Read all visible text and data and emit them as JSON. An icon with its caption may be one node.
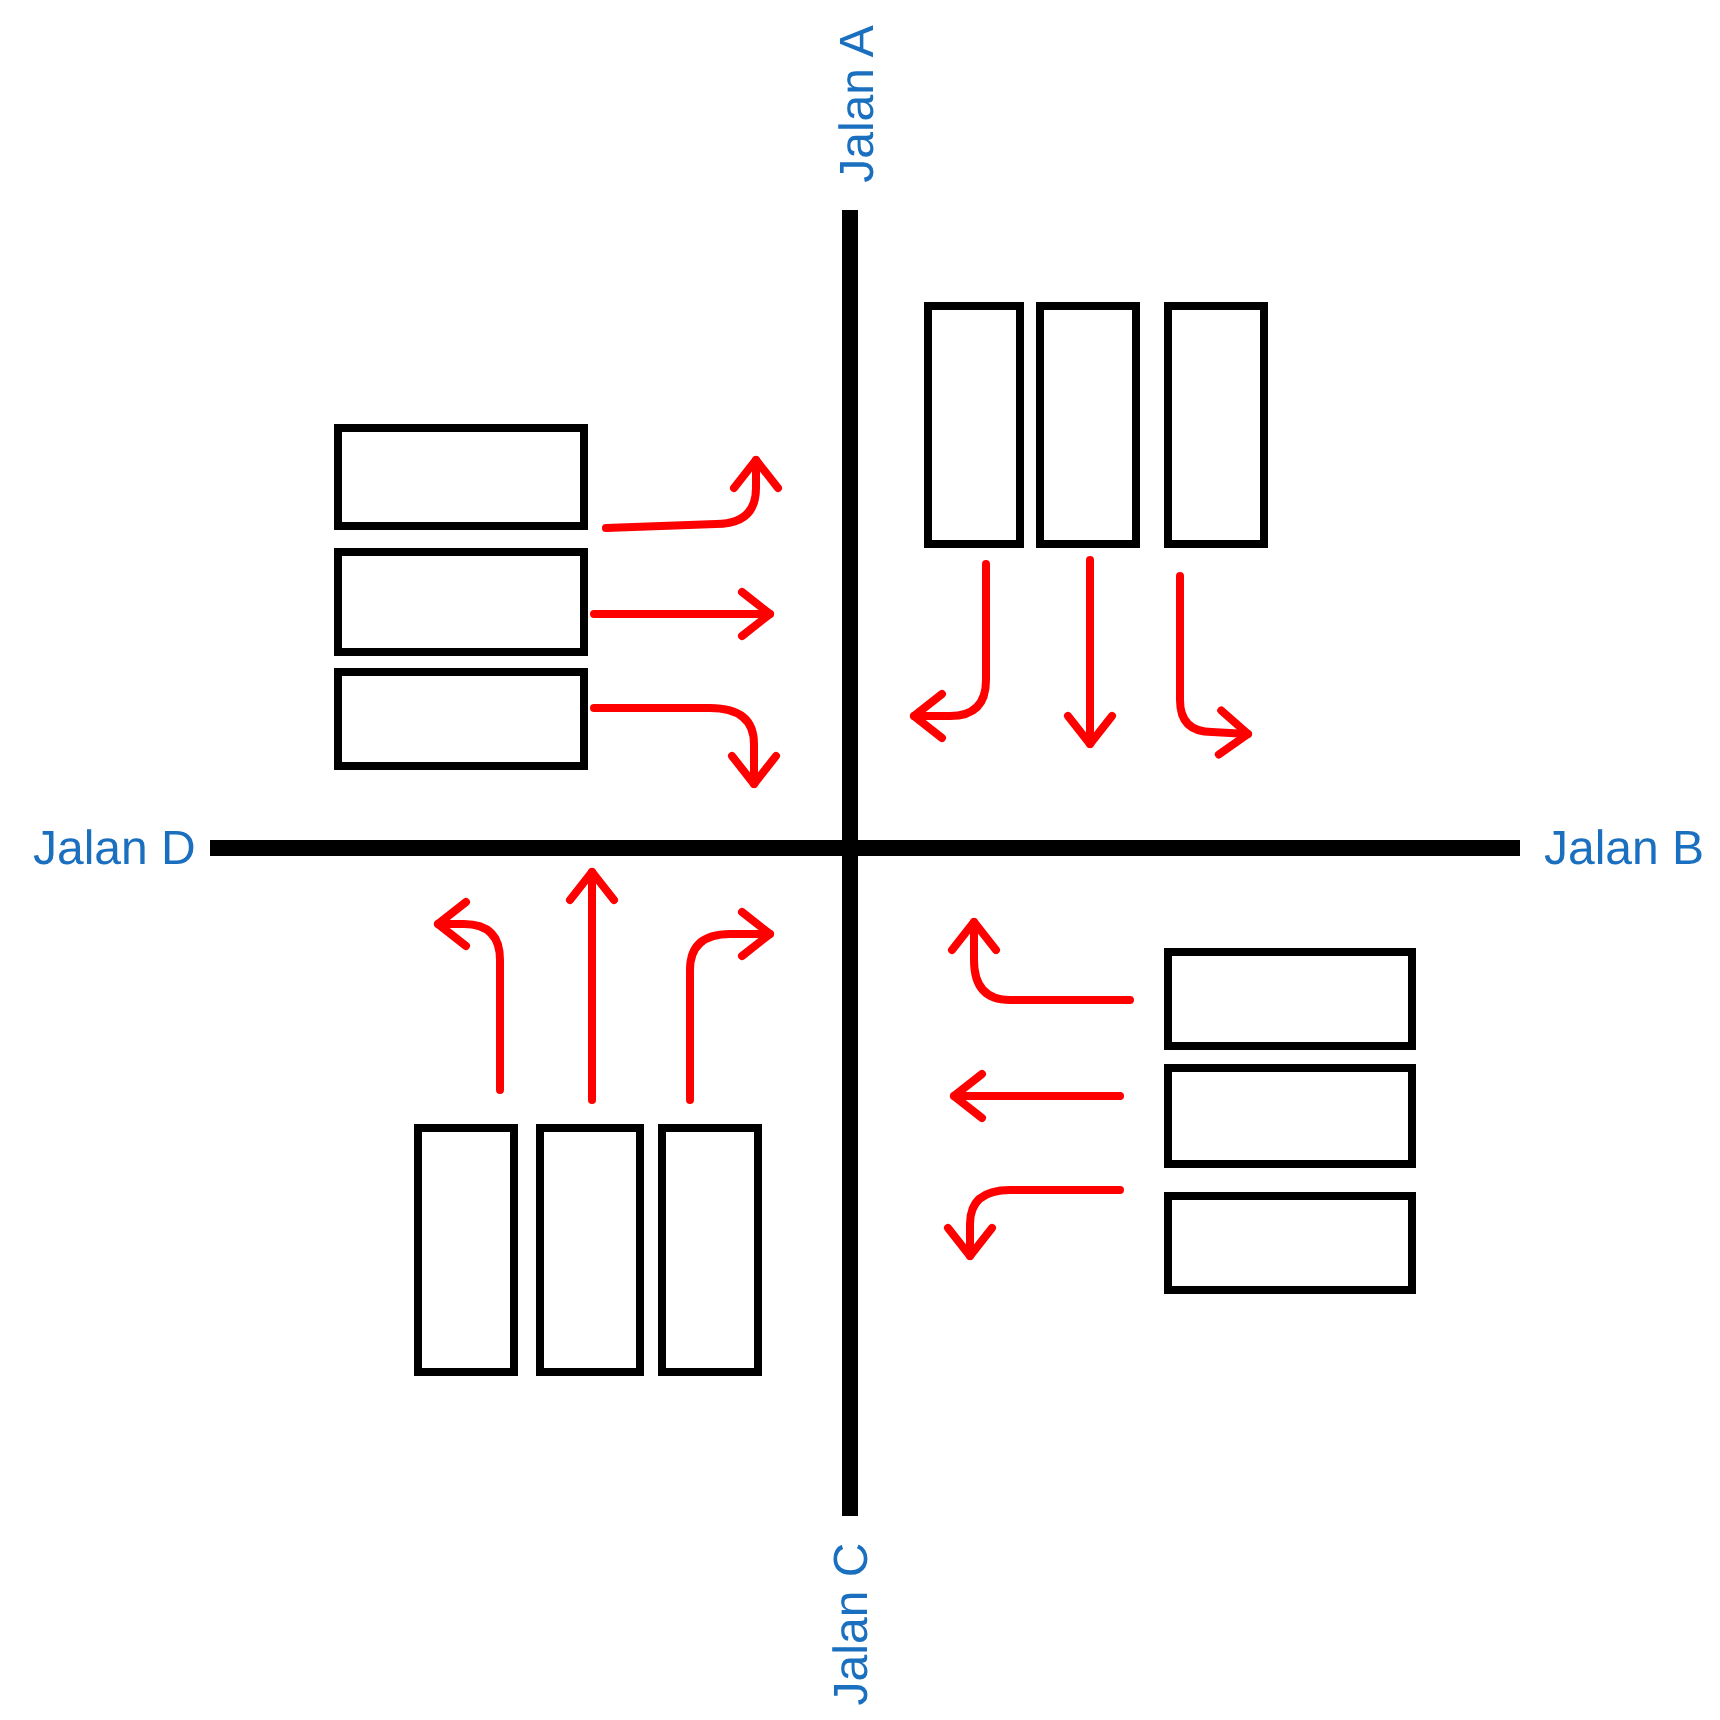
{
  "diagram": {
    "nodes": [
      {
        "text": [],
        "shape": "box"
      },
      {
        "text": [],
        "shape": "box"
      },
      {
        "text": [],
        "shape": "box"
      },
      {
        "text": [],
        "shape": "box"
      },
      {
        "text": [],
        "shape": "box"
      },
      {
        "text": [],
        "shape": "box"
      },
      {
        "text": [],
        "shape": "box"
      },
      {
        "text": [],
        "shape": "box"
      },
      {
        "text": [],
        "shape": "box"
      },
      {
        "text": [],
        "shape": "box"
      },
      {
        "text": [],
        "shape": "box"
      },
      {
        "text": [],
        "shape": "box"
      }
    ],
    "edges": [],
    "labels": [
      "Jalan A",
      "Jalan D",
      "Jalan B",
      "Jalan C"
    ]
  }
}
